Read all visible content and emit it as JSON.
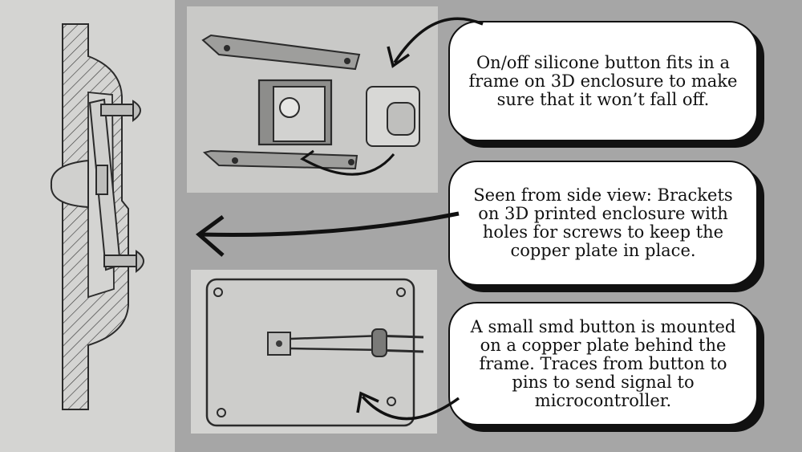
{
  "colors": {
    "background": "#a6a6a6",
    "paper": "#d9d9d7",
    "ink": "#2b2b2b",
    "bubble_fill": "#ffffff",
    "bubble_border": "#111111"
  },
  "callouts": {
    "silicone_button": "On/off silicone button fits in a frame on 3D enclosure to make sure that it won’t fall off.",
    "side_view_brackets": "Seen from side view: Brackets on 3D printed enclosure with holes for screws to keep the copper plate in place.",
    "smd_button": "A small smd button is mounted on a copper plate behind the frame. Traces from button to pins to send signal to microcontroller."
  }
}
